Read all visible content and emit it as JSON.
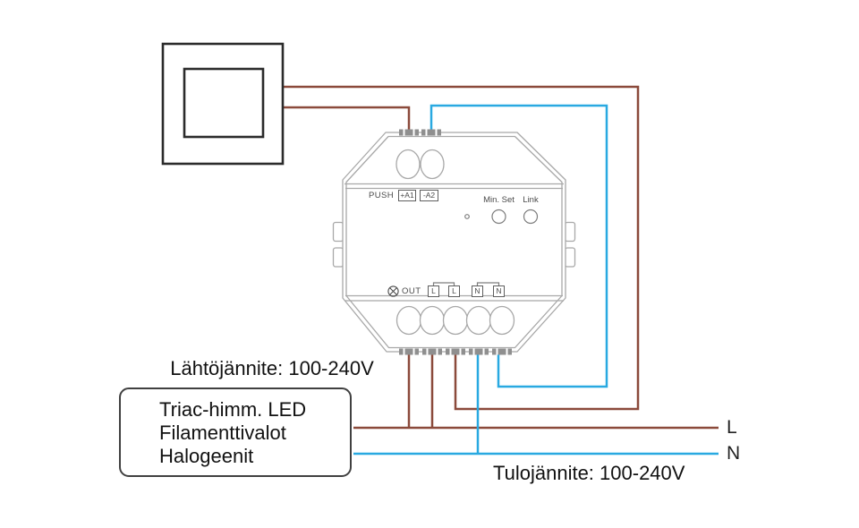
{
  "labels": {
    "output_voltage": "Lähtöjännite: 100-240V",
    "input_voltage": "Tulojännite: 100-240V",
    "mains_live": "L",
    "mains_neutral": "N"
  },
  "load_box": {
    "line1": "Triac-himm. LED",
    "line2": "Filamenttivalot",
    "line3": "Halogeenit"
  },
  "module": {
    "push_label": "PUSH",
    "terminal_a1": "+A1",
    "terminal_a2": "-A2",
    "min_set_label": "Min. Set",
    "link_label": "Link",
    "out_label": "OUT",
    "terminal_l1": "L",
    "terminal_l2": "L",
    "terminal_n1": "N",
    "terminal_n2": "N"
  },
  "colors": {
    "live_wire": "#8B4A3B",
    "neutral_wire": "#29A9E1",
    "switch_outline": "#2b2b2b",
    "module_outline": "#a8a8a8"
  }
}
